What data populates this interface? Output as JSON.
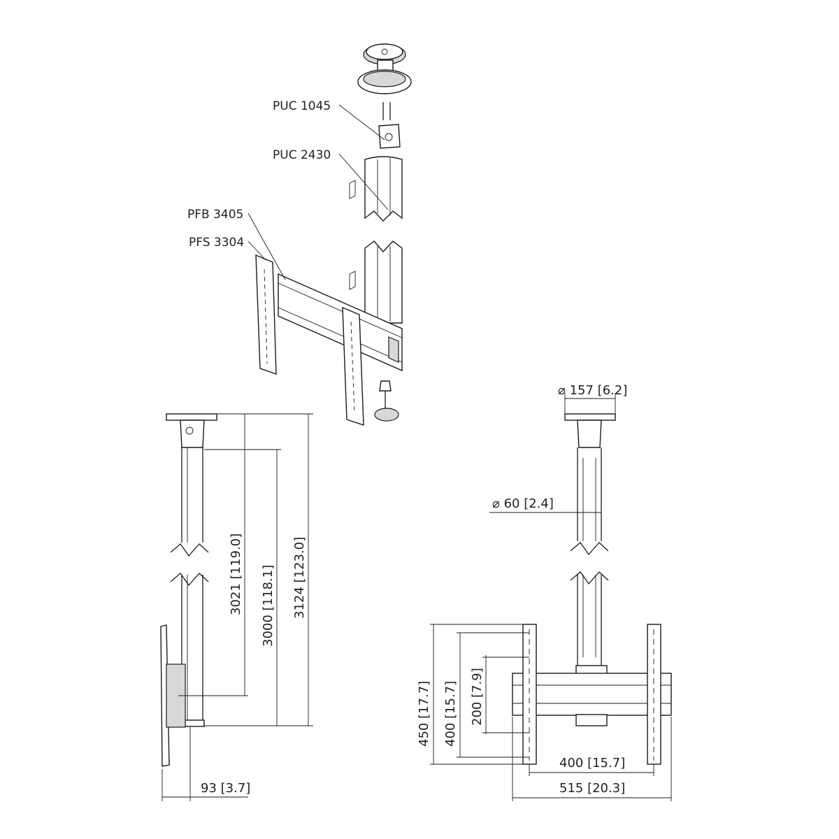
{
  "parts": [
    {
      "label": "PUC 1045"
    },
    {
      "label": "PUC 2430"
    },
    {
      "label": "PFB 3405"
    },
    {
      "label": "PFS 3304"
    }
  ],
  "side_view": {
    "dims": [
      {
        "mm": "3021",
        "in": "119.0"
      },
      {
        "mm": "3000",
        "in": "118.1"
      },
      {
        "mm": "3124",
        "in": "123.0"
      },
      {
        "mm": "93",
        "in": "3.7"
      }
    ]
  },
  "front_view": {
    "diameter_symbol": "⌀",
    "dims": [
      {
        "mm": "157",
        "in": "6.2"
      },
      {
        "mm": "60",
        "in": "2.4"
      },
      {
        "mm": "450",
        "in": "17.7"
      },
      {
        "mm": "400",
        "in": "15.7"
      },
      {
        "mm": "200",
        "in": "7.9"
      },
      {
        "mm": "400",
        "in": "15.7"
      },
      {
        "mm": "515",
        "in": "20.3"
      }
    ]
  }
}
